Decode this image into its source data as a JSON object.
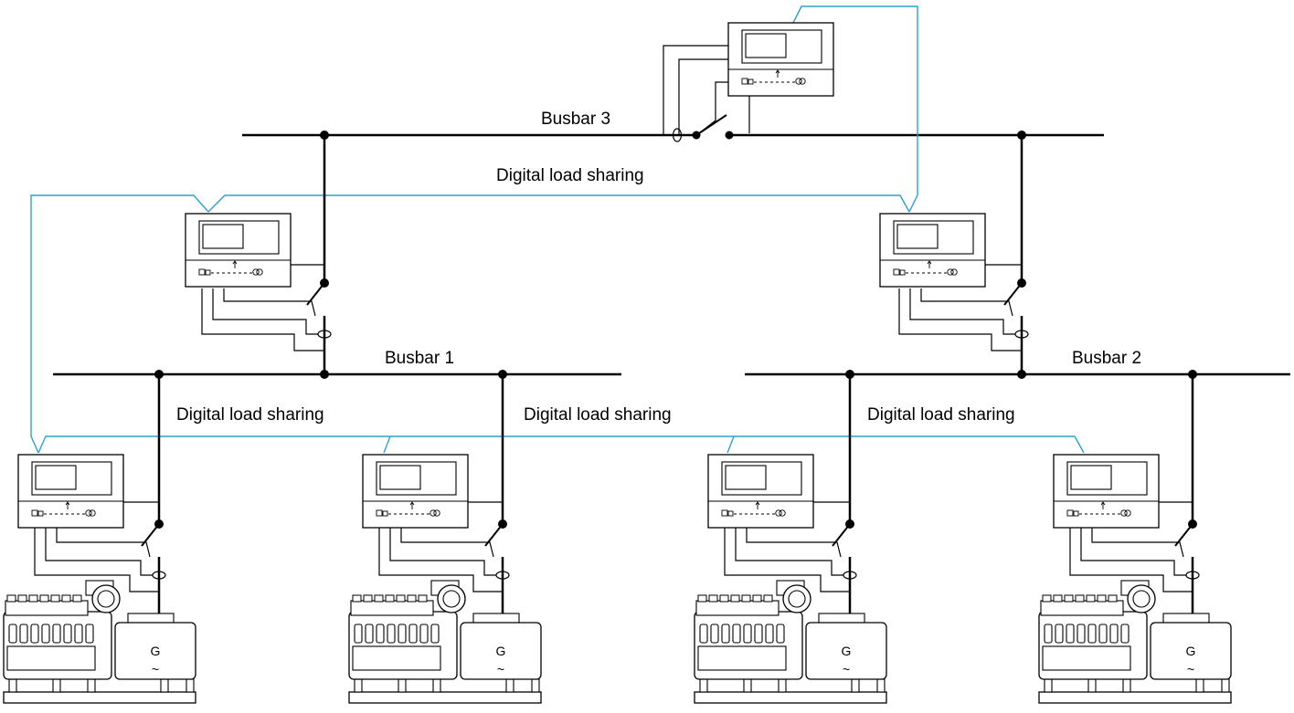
{
  "diagram": {
    "busbars": [
      {
        "id": "busbar-3",
        "label": "Busbar 3"
      },
      {
        "id": "busbar-1",
        "label": "Busbar 1"
      },
      {
        "id": "busbar-2",
        "label": "Busbar 2"
      }
    ],
    "load_sharing_labels": [
      "Digital load sharing",
      "Digital load sharing",
      "Digital load sharing",
      "Digital load sharing"
    ],
    "generator_symbol": "G",
    "generator_wave": "~",
    "controller_count": 7,
    "generator_count": 4,
    "colors": {
      "line": "#000000",
      "communication": "#2f9fd0",
      "background": "#ffffff"
    },
    "icons": [
      "controller-icon",
      "diesel-engine-icon",
      "generator-icon",
      "breaker-switch-icon",
      "current-transformer-icon"
    ]
  }
}
